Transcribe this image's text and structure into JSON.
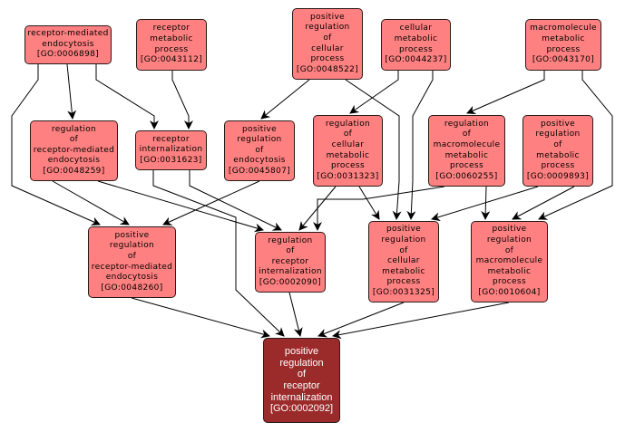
{
  "graph": {
    "title": "GO term ancestor graph",
    "colors": {
      "node_fill": "#ff8080",
      "target_fill": "#9b2a2a",
      "edge": "#000000"
    },
    "nodes": [
      {
        "id": "GO:0006898",
        "lines": [
          "receptor-mediated",
          "endocytosis",
          "[GO:0006898]"
        ]
      },
      {
        "id": "GO:0043112",
        "lines": [
          "receptor",
          "metabolic",
          "process",
          "[GO:0043112]"
        ]
      },
      {
        "id": "GO:0048522",
        "lines": [
          "positive",
          "regulation",
          "of",
          "cellular",
          "process",
          "[GO:0048522]"
        ]
      },
      {
        "id": "GO:0044237",
        "lines": [
          "cellular",
          "metabolic",
          "process",
          "[GO:0044237]"
        ]
      },
      {
        "id": "GO:0043170",
        "lines": [
          "macromolecule",
          "metabolic",
          "process",
          "[GO:0043170]"
        ]
      },
      {
        "id": "GO:0048259",
        "lines": [
          "regulation",
          "of",
          "receptor-mediated",
          "endocytosis",
          "[GO:0048259]"
        ]
      },
      {
        "id": "GO:0031623",
        "lines": [
          "receptor",
          "internalization",
          "[GO:0031623]"
        ]
      },
      {
        "id": "GO:0045807",
        "lines": [
          "positive",
          "regulation",
          "of",
          "endocytosis",
          "[GO:0045807]"
        ]
      },
      {
        "id": "GO:0031323",
        "lines": [
          "regulation",
          "of",
          "cellular",
          "metabolic",
          "process",
          "[GO:0031323]"
        ]
      },
      {
        "id": "GO:0060255",
        "lines": [
          "regulation",
          "of",
          "macromolecule",
          "metabolic",
          "process",
          "[GO:0060255]"
        ]
      },
      {
        "id": "GO:0009893",
        "lines": [
          "positive",
          "regulation",
          "of",
          "metabolic",
          "process",
          "[GO:0009893]"
        ]
      },
      {
        "id": "GO:0048260",
        "lines": [
          "positive",
          "regulation",
          "of",
          "receptor-mediated",
          "endocytosis",
          "[GO:0048260]"
        ]
      },
      {
        "id": "GO:0002090",
        "lines": [
          "regulation",
          "of",
          "receptor",
          "internalization",
          "[GO:0002090]"
        ]
      },
      {
        "id": "GO:0031325",
        "lines": [
          "positive",
          "regulation",
          "of",
          "cellular",
          "metabolic",
          "process",
          "[GO:0031325]"
        ]
      },
      {
        "id": "GO:0010604",
        "lines": [
          "positive",
          "regulation",
          "of",
          "macromolecule",
          "metabolic",
          "process",
          "[GO:0010604]"
        ]
      },
      {
        "id": "GO:0002092",
        "lines": [
          "positive",
          "regulation",
          "of",
          "receptor",
          "internalization",
          "[GO:0002092]"
        ],
        "target": true
      }
    ],
    "edges": [
      {
        "from": "GO:0006898",
        "to": "GO:0048259"
      },
      {
        "from": "GO:0006898",
        "to": "GO:0031623"
      },
      {
        "from": "GO:0006898",
        "to": "GO:0048260"
      },
      {
        "from": "GO:0043112",
        "to": "GO:0031623"
      },
      {
        "from": "GO:0048522",
        "to": "GO:0045807"
      },
      {
        "from": "GO:0048522",
        "to": "GO:0031325"
      },
      {
        "from": "GO:0044237",
        "to": "GO:0031323"
      },
      {
        "from": "GO:0044237",
        "to": "GO:0031325"
      },
      {
        "from": "GO:0043170",
        "to": "GO:0060255"
      },
      {
        "from": "GO:0043170",
        "to": "GO:0010604"
      },
      {
        "from": "GO:0048259",
        "to": "GO:0048260"
      },
      {
        "from": "GO:0048259",
        "to": "GO:0002090"
      },
      {
        "from": "GO:0031623",
        "to": "GO:0002090"
      },
      {
        "from": "GO:0031623",
        "to": "GO:0002092"
      },
      {
        "from": "GO:0045807",
        "to": "GO:0048260"
      },
      {
        "from": "GO:0031323",
        "to": "GO:0002090"
      },
      {
        "from": "GO:0031323",
        "to": "GO:0031325"
      },
      {
        "from": "GO:0060255",
        "to": "GO:0002090"
      },
      {
        "from": "GO:0060255",
        "to": "GO:0010604"
      },
      {
        "from": "GO:0009893",
        "to": "GO:0031325"
      },
      {
        "from": "GO:0009893",
        "to": "GO:0010604"
      },
      {
        "from": "GO:0048260",
        "to": "GO:0002092"
      },
      {
        "from": "GO:0002090",
        "to": "GO:0002092"
      },
      {
        "from": "GO:0031325",
        "to": "GO:0002092"
      },
      {
        "from": "GO:0010604",
        "to": "GO:0002092"
      }
    ]
  }
}
